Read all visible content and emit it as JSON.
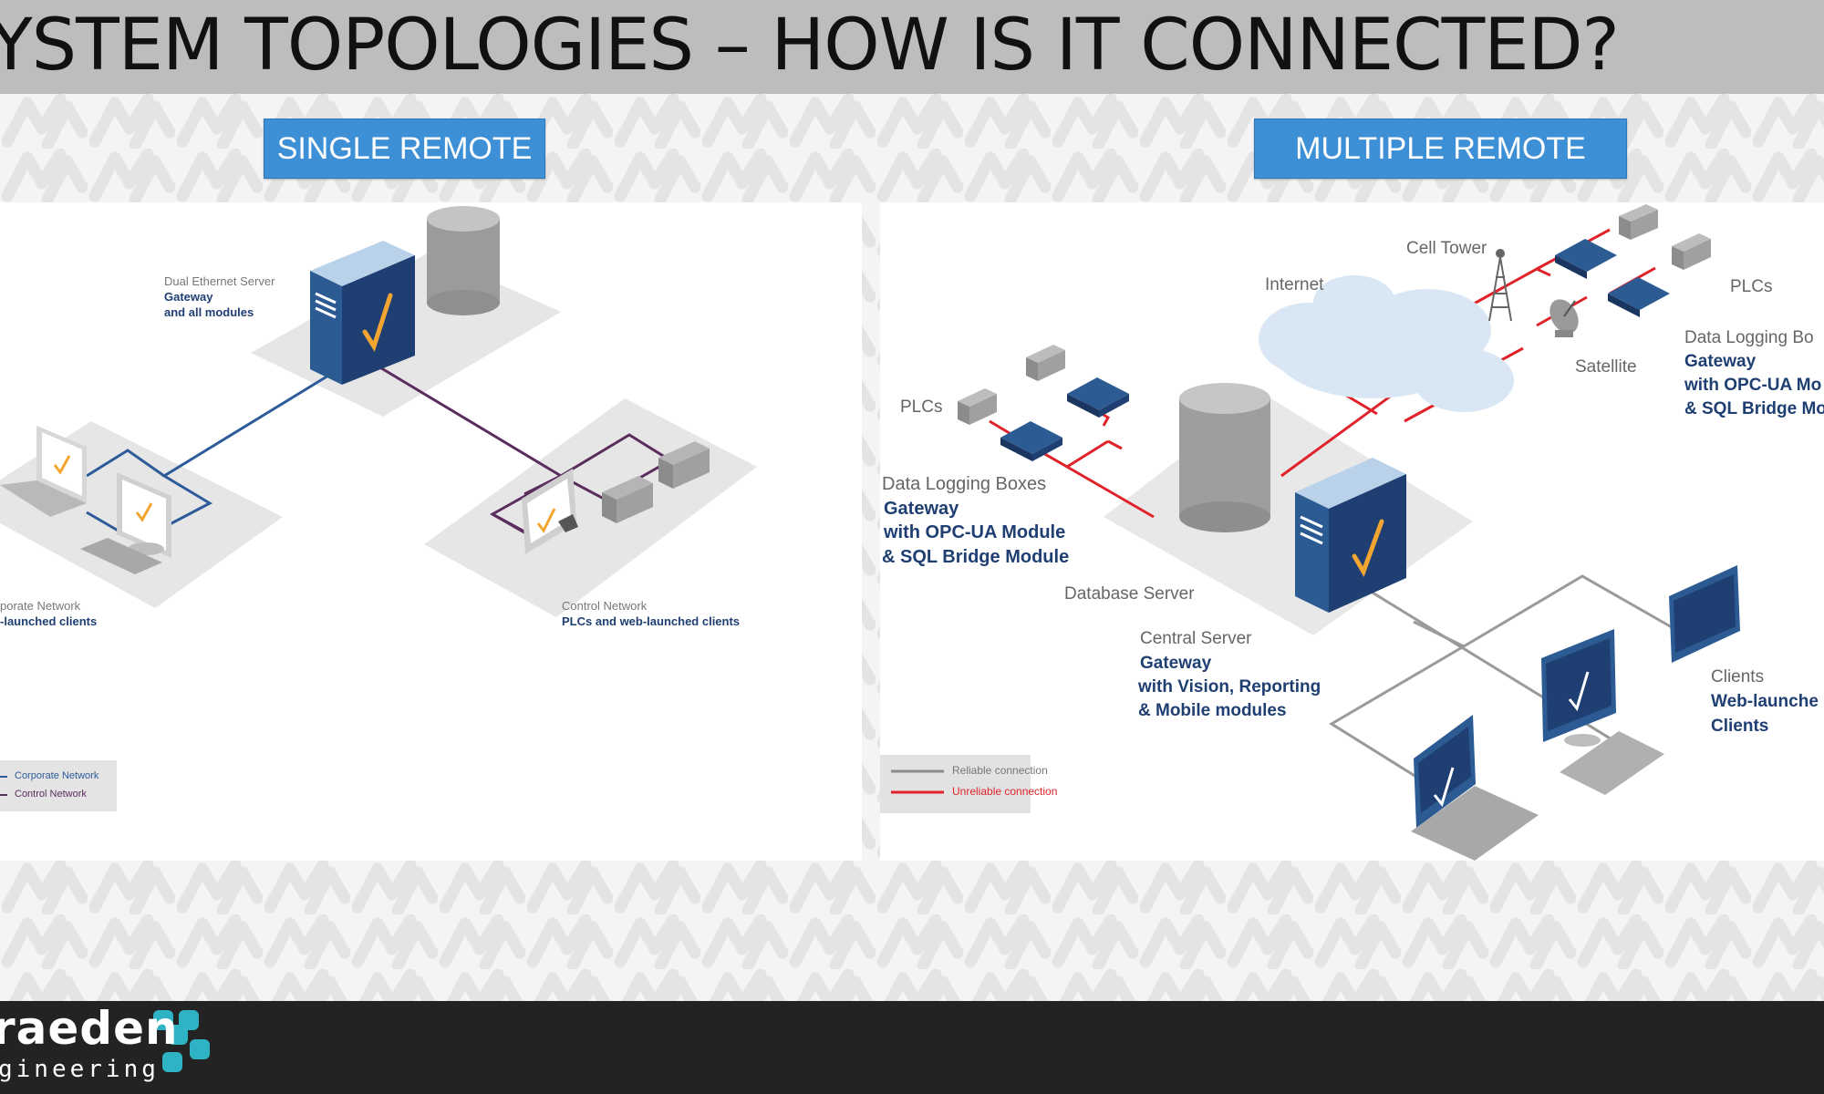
{
  "title": "YSTEM TOPOLOGIES – HOW IS IT CONNECTED?",
  "buttons": {
    "single": "SINGLE REMOTE",
    "multiple": "MULTIPLE REMOTE"
  },
  "single": {
    "server_label": "Dual Ethernet Server",
    "server_sub1": "Gateway",
    "server_sub2": "and all modules",
    "corp_label": "porate Network",
    "corp_sub": "-launched clients",
    "control_label": "Control Network",
    "control_sub": "PLCs and web-launched clients",
    "legend": [
      "Corporate Network",
      "Control Network"
    ]
  },
  "multiple": {
    "cell_tower": "Cell Tower",
    "internet": "Internet",
    "plcs_right": "PLCs",
    "satellite": "Satellite",
    "dlb_right_title": "Data Logging Bo",
    "dlb_right_l1": "Gateway",
    "dlb_right_l2": "with OPC-UA Mo",
    "dlb_right_l3": "& SQL Bridge Mo",
    "plcs_left": "PLCs",
    "dlb_left_title": "Data Logging Boxes",
    "dlb_left_l1": "Gateway",
    "dlb_left_l2": "with OPC-UA Module",
    "dlb_left_l3": "& SQL Bridge Module",
    "db_server": "Database Server",
    "central_title": "Central Server",
    "central_l1": "Gateway",
    "central_l2": "with Vision, Reporting",
    "central_l3": "& Mobile modules",
    "clients_title": "Clients",
    "clients_l1": "Web-launche",
    "clients_l2": "Clients",
    "legend": [
      "Reliable connection",
      "Unreliable connection"
    ]
  },
  "footer": {
    "logo_main": "raeden",
    "logo_sub": "gineering"
  },
  "colors": {
    "accent_blue": "#3d8fd6",
    "navy": "#1f3f73",
    "corporate_line": "#2d5b9a",
    "control_line": "#5a2d5e",
    "reliable": "#8a8a8a",
    "unreliable": "#e0232a"
  }
}
